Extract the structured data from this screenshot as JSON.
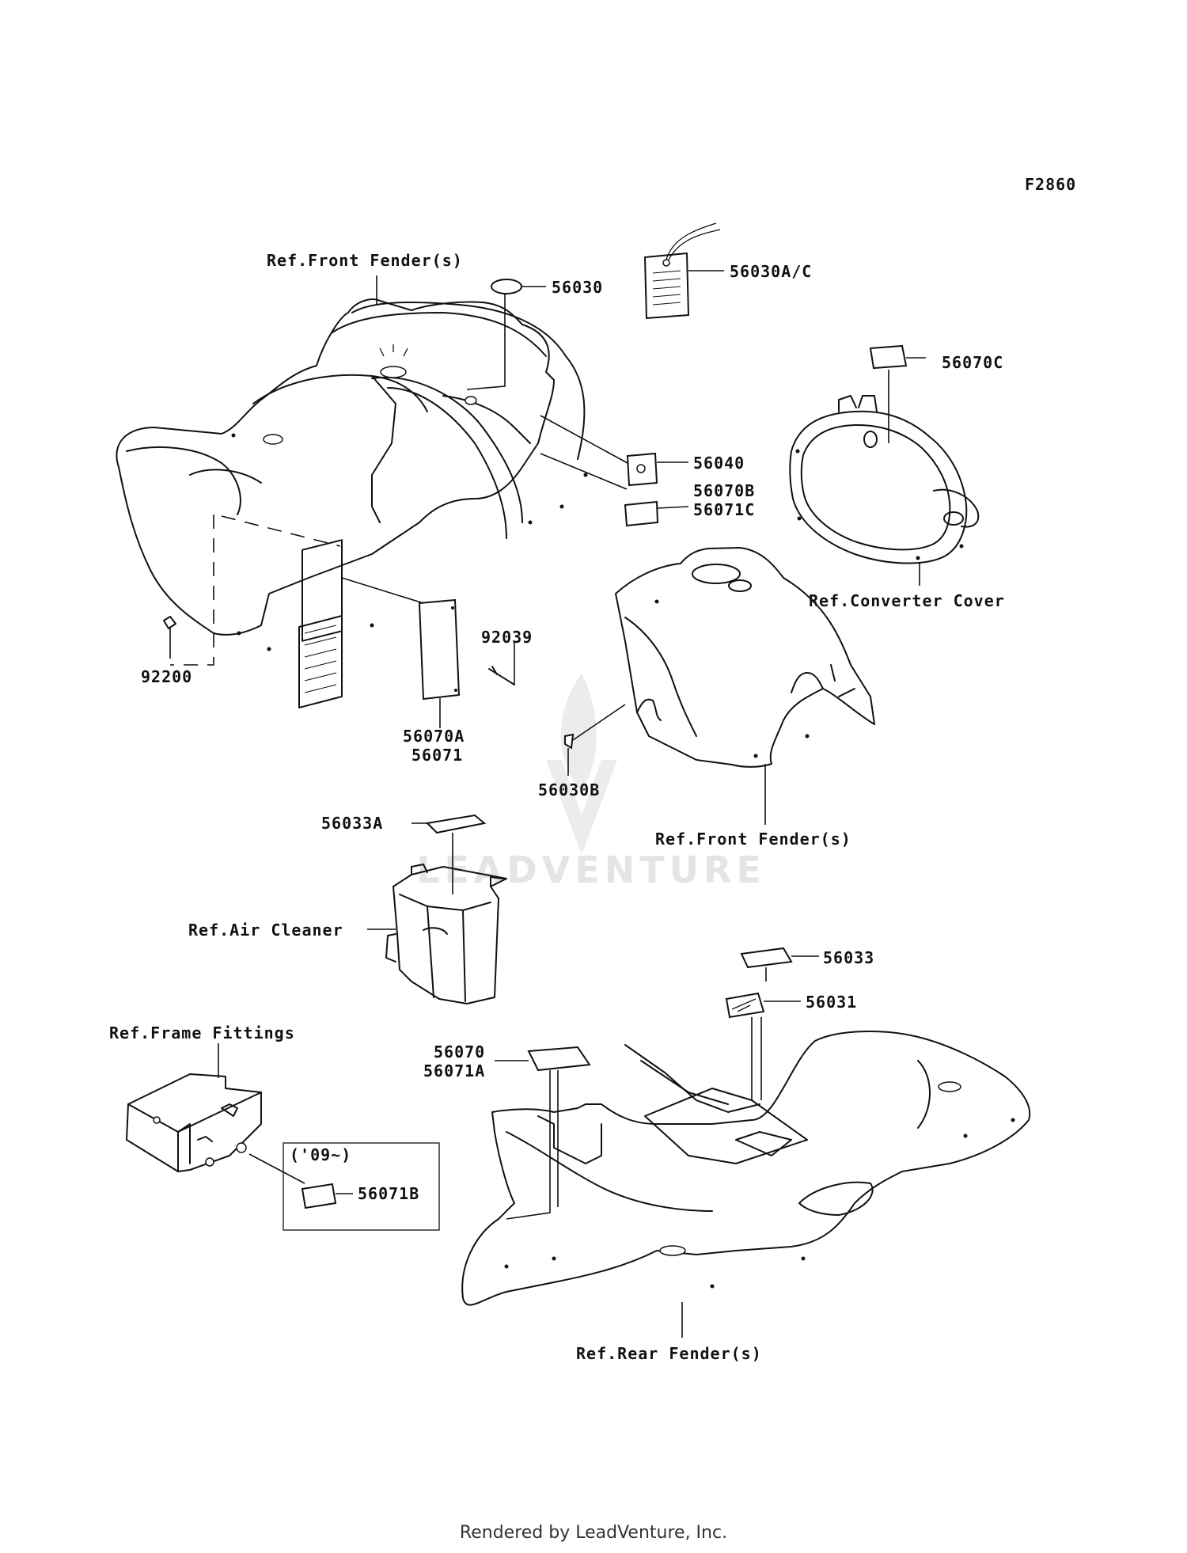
{
  "figure_id": "F2860",
  "watermark": "LEADVENTURE",
  "footer": "Rendered by LeadVenture, Inc.",
  "labels": {
    "ref_front_fender_top": "Ref.Front Fender(s)",
    "p56030": "56030",
    "p56030ac": "56030A/C",
    "p56070c": "56070C",
    "p56040": "56040",
    "p56070b": "56070B",
    "p56071c": "56071C",
    "ref_converter_cover": "Ref.Converter Cover",
    "p92039": "92039",
    "p92200": "92200",
    "p56070a": "56070A",
    "p56071": "56071",
    "p56030b": "56030B",
    "ref_front_fender_mid": "Ref.Front Fender(s)",
    "p56033a": "56033A",
    "ref_air_cleaner": "Ref.Air Cleaner",
    "p56033": "56033",
    "p56031": "56031",
    "ref_frame_fittings": "Ref.Frame Fittings",
    "p56070": "56070",
    "p56071a": "56071A",
    "year_note": "('09~)",
    "p56071b": "56071B",
    "ref_rear_fender": "Ref.Rear Fender(s)"
  }
}
